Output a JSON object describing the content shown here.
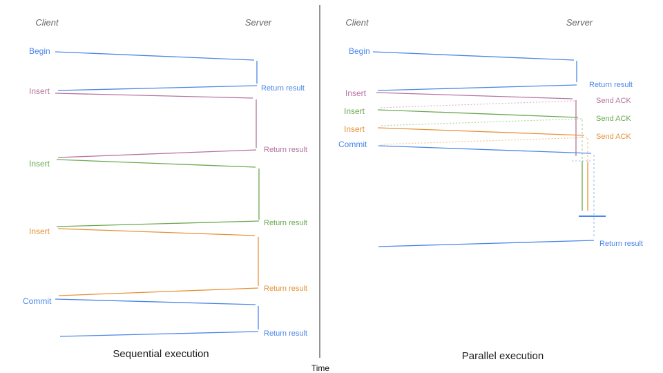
{
  "colors": {
    "blue": "#4a86e8",
    "blue_light": "#a6c3ee",
    "pink": "#b5739e",
    "pink_light": "#dfb3cd",
    "green": "#6aa84f",
    "green_light": "#b2d3a2",
    "orange": "#e69138",
    "orange_light": "#f5c690",
    "axis": "#4c4c4c",
    "header": "#666666",
    "title": "#1c1c1c",
    "time_label": "#111111"
  },
  "sequential": {
    "title": "Sequential execution",
    "client_header": "Client",
    "server_header": "Server",
    "ops": {
      "begin": {
        "label": "Begin",
        "return_label": "Return result"
      },
      "insert1": {
        "label": "Insert",
        "return_label": "Return result"
      },
      "insert2": {
        "label": "Insert",
        "return_label": "Return result"
      },
      "insert3": {
        "label": "Insert",
        "return_label": "Return result"
      },
      "commit": {
        "label": "Commit",
        "return_label": "Return result"
      }
    }
  },
  "parallel": {
    "title": "Parallel execution",
    "client_header": "Client",
    "server_header": "Server",
    "ops": {
      "begin": {
        "label": "Begin",
        "return_label": "Return result"
      },
      "insert1": {
        "label": "Insert",
        "ack_label": "Send ACK"
      },
      "insert2": {
        "label": "Insert",
        "ack_label": "Send ACK"
      },
      "insert3": {
        "label": "Insert",
        "ack_label": "Send ACK"
      },
      "commit": {
        "label": "Commit",
        "return_label": "Return result"
      }
    }
  },
  "time_axis": {
    "label": "Time"
  }
}
